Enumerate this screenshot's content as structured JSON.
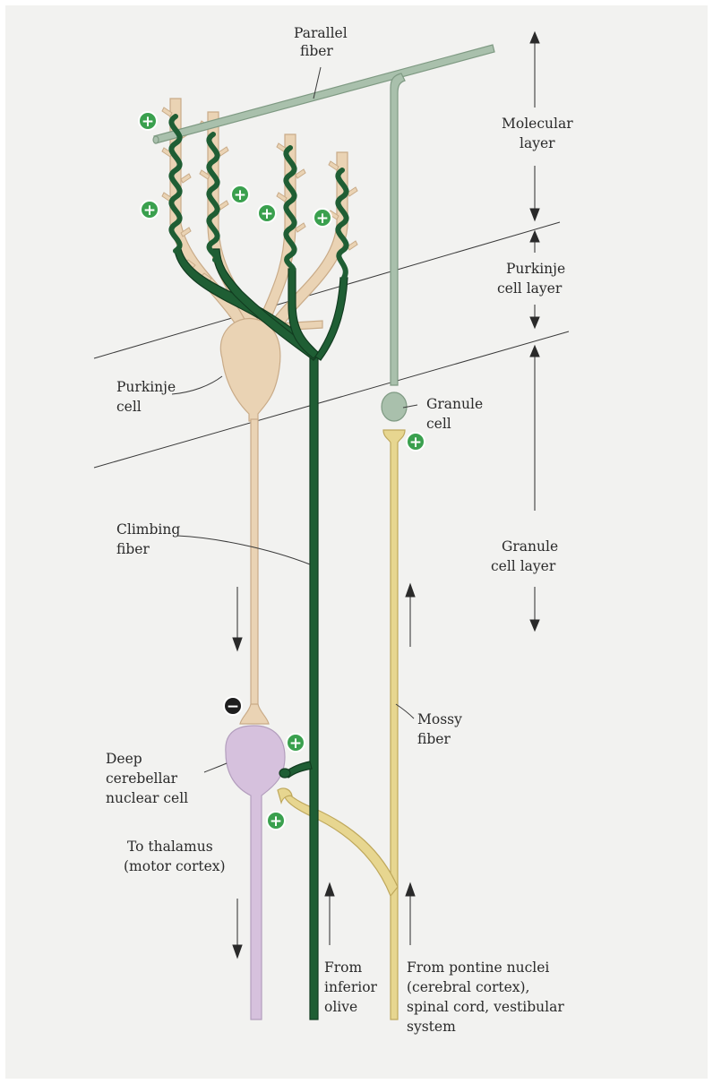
{
  "labels": {
    "parallel_fiber": [
      "Parallel",
      "fiber"
    ],
    "molecular_layer": [
      "Molecular",
      "layer"
    ],
    "purkinje_cell_layer": [
      "Purkinje",
      "cell layer"
    ],
    "granule_cell_layer": [
      "Granule",
      "cell layer"
    ],
    "purkinje_cell": [
      "Purkinje",
      "cell"
    ],
    "granule_cell": [
      "Granule",
      "cell"
    ],
    "climbing_fiber": [
      "Climbing",
      "fiber"
    ],
    "mossy_fiber": [
      "Mossy",
      "fiber"
    ],
    "deep_nuclear_cell": [
      "Deep",
      "cerebellar",
      "nuclear cell"
    ],
    "to_thalamus": [
      "To thalamus",
      "(motor cortex)"
    ],
    "from_inferior_olive": [
      "From",
      "inferior",
      "olive"
    ],
    "from_pontine": [
      "From pontine nuclei",
      "(cerebral cortex),",
      "spinal cord, vestibular",
      "system"
    ]
  },
  "signs": {
    "excitatory": "+",
    "inhibitory": "−"
  },
  "colors": {
    "purkinje": "#ead3b4",
    "purkinje_outline": "#c9ab88",
    "climbing_fiber": "#1f5e34",
    "climbing_outline": "#123c20",
    "granule": "#a9c0ac",
    "granule_outline": "#7f9a83",
    "mossy": "#e7d690",
    "mossy_outline": "#bfa85c",
    "deep_nuclear": "#d6c1dd",
    "deep_nuclear_outline": "#b39ebd",
    "plus_fill": "#3aa04e",
    "minus_fill": "#1e1e1e"
  }
}
